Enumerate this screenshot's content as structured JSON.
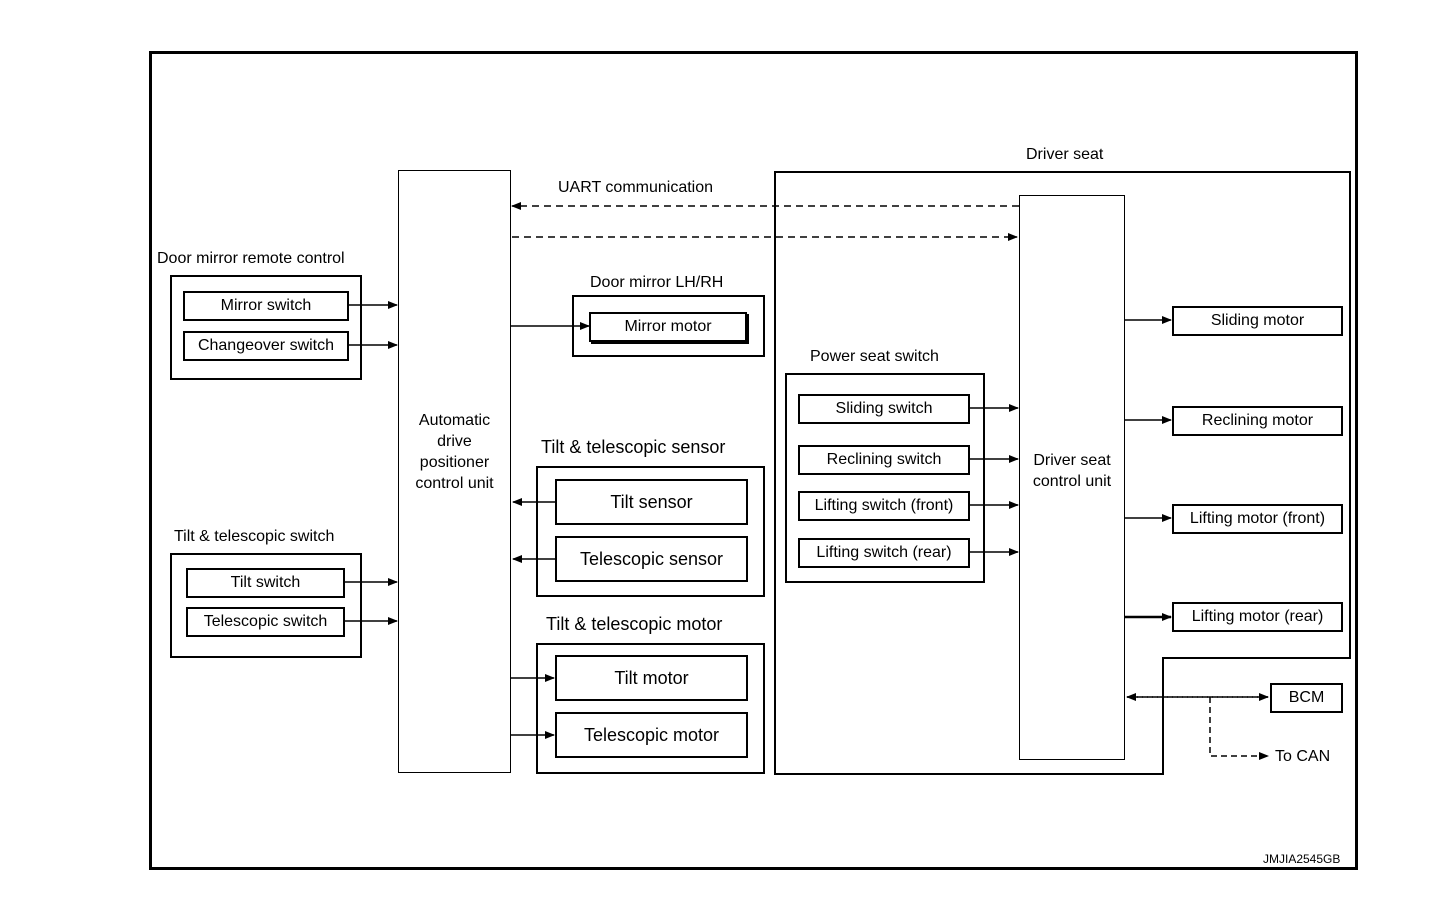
{
  "diagram": {
    "ref_code": "JMJIA2545GB",
    "uart_label": "UART communication",
    "adp_unit": "Automatic\ndrive\npositioner\ncontrol unit",
    "mirror_remote": {
      "title": "Door mirror remote control",
      "mirror_switch": "Mirror switch",
      "changeover_switch": "Changeover switch"
    },
    "tilt_switch_group": {
      "title": "Tilt & telescopic switch",
      "tilt_switch": "Tilt switch",
      "telescopic_switch": "Telescopic switch"
    },
    "door_mirror": {
      "title": "Door mirror LH/RH",
      "mirror_motor": "Mirror motor"
    },
    "tilt_sensor_group": {
      "title": "Tilt & telescopic sensor",
      "tilt_sensor": "Tilt sensor",
      "telescopic_sensor": "Telescopic sensor"
    },
    "tilt_motor_group": {
      "title": "Tilt & telescopic motor",
      "tilt_motor": "Tilt motor",
      "telescopic_motor": "Telescopic motor"
    },
    "driver_seat": {
      "title": "Driver seat",
      "control_unit": "Driver seat\ncontrol unit",
      "power_seat_switch": {
        "title": "Power seat switch",
        "sliding_switch": "Sliding switch",
        "reclining_switch": "Reclining switch",
        "lifting_switch_front": "Lifting switch (front)",
        "lifting_switch_rear": "Lifting switch (rear)"
      },
      "sliding_motor": "Sliding motor",
      "reclining_motor": "Reclining motor",
      "lifting_motor_front": "Lifting motor (front)",
      "lifting_motor_rear": "Lifting motor (rear)"
    },
    "bcm": "BCM",
    "to_can": "To CAN"
  }
}
